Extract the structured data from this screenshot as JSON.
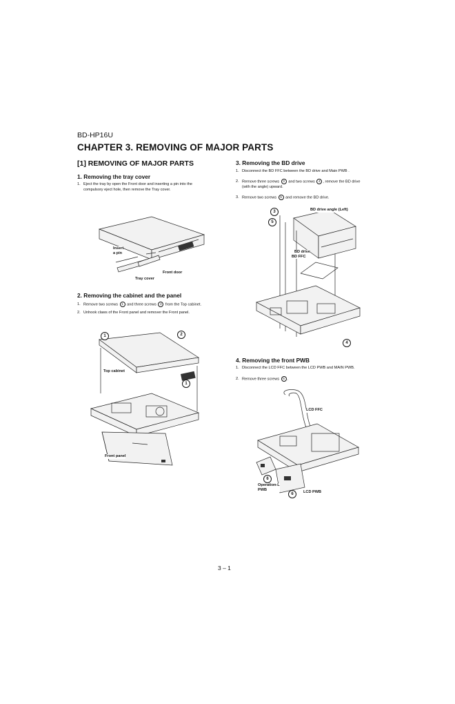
{
  "header": {
    "model": "BD-HP16U",
    "chapter_title": "CHAPTER 3. REMOVING OF MAJOR PARTS"
  },
  "section": {
    "title": "[1] REMOVING OF MAJOR PARTS"
  },
  "subsections": [
    {
      "heading": "1. Removing the tray cover",
      "steps": [
        {
          "num": "1.",
          "text": "Eject the tray by open the Front door and inserting a pin into the",
          "cont": "compulsory eject hole, then remove the Tray cover."
        }
      ],
      "callouts": {
        "insert_pin_1": "Insert",
        "insert_pin_2": "a pin",
        "front_door": "Front door",
        "tray_cover": "Tray cover"
      }
    },
    {
      "heading": "2. Removing the cabinet and the panel",
      "steps": [
        {
          "num": "1.",
          "pre": "Remove two screws",
          "c1": "1",
          "mid": "and three screws",
          "c2": "2",
          "post": "from the Top cabinet."
        },
        {
          "num": "2.",
          "text": "Unhook claws of the Front panel and remover the Front panel."
        }
      ],
      "callouts": {
        "top_cabinet": "Top cabinet",
        "front_panel": "Front panel",
        "badge_1": "1",
        "badge_2": "2"
      }
    },
    {
      "heading": "3. Removing the BD drive",
      "steps": [
        {
          "num": "1.",
          "text": "Disconnect the BD FFC between the BD drive and Main PWB ."
        },
        {
          "num": "2.",
          "pre": "Remove three screws",
          "c1": "3",
          "mid": "and two screws",
          "c2": "4",
          "post": ", remove the BD drive",
          "cont": "(with the angle) upward."
        },
        {
          "num": "3.",
          "pre": "Remove two screws",
          "c1": "5",
          "post": "and remove the BD drive."
        }
      ],
      "callouts": {
        "bd_angle": "BD drive angle (Left)",
        "bd_drive": "BD drive",
        "bd_ffc": "BD FFC",
        "badge_3": "3",
        "badge_4": "4",
        "badge_5": "5"
      }
    },
    {
      "heading": "4. Removing the front PWB",
      "steps": [
        {
          "num": "1.",
          "text": "Disconnect the LCD FFC between the LCD PWB and MAIN PWB."
        },
        {
          "num": "2.",
          "pre": "Remove three screws",
          "c1": "6",
          "post": "."
        }
      ],
      "callouts": {
        "lcd_ffc": "LCD FFC",
        "operation_1": "Operation-L",
        "operation_2": "PWB",
        "lcd_pwb": "LCD PWB",
        "badge_6": "6"
      }
    }
  ],
  "footer": {
    "page_number": "3 – 1"
  }
}
